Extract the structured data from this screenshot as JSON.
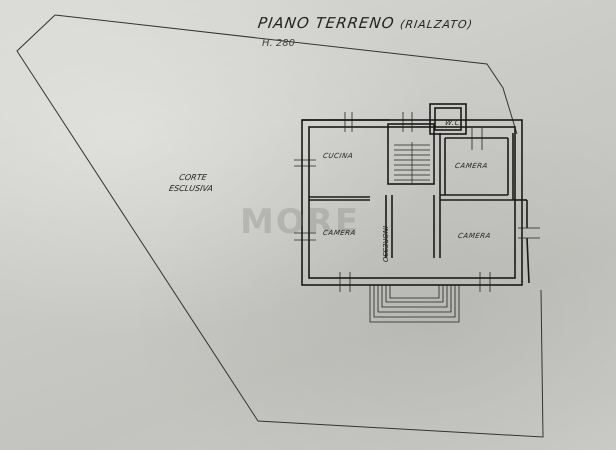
{
  "plan": {
    "title": "PIANO TERRENO",
    "subtitle": "(RIALZATO)",
    "height_label": "H. 280",
    "watermark": "MORE",
    "outside_area": {
      "line1": "CORTE",
      "line2": "ESCLUSIVA"
    },
    "rooms": {
      "kitchen": "CUCINA",
      "wc": "W.C.",
      "bedroom_ne": "CAMERA",
      "bedroom_w": "CAMERA",
      "bedroom_e": "CAMERA",
      "entrance": "INGRESSO"
    }
  }
}
